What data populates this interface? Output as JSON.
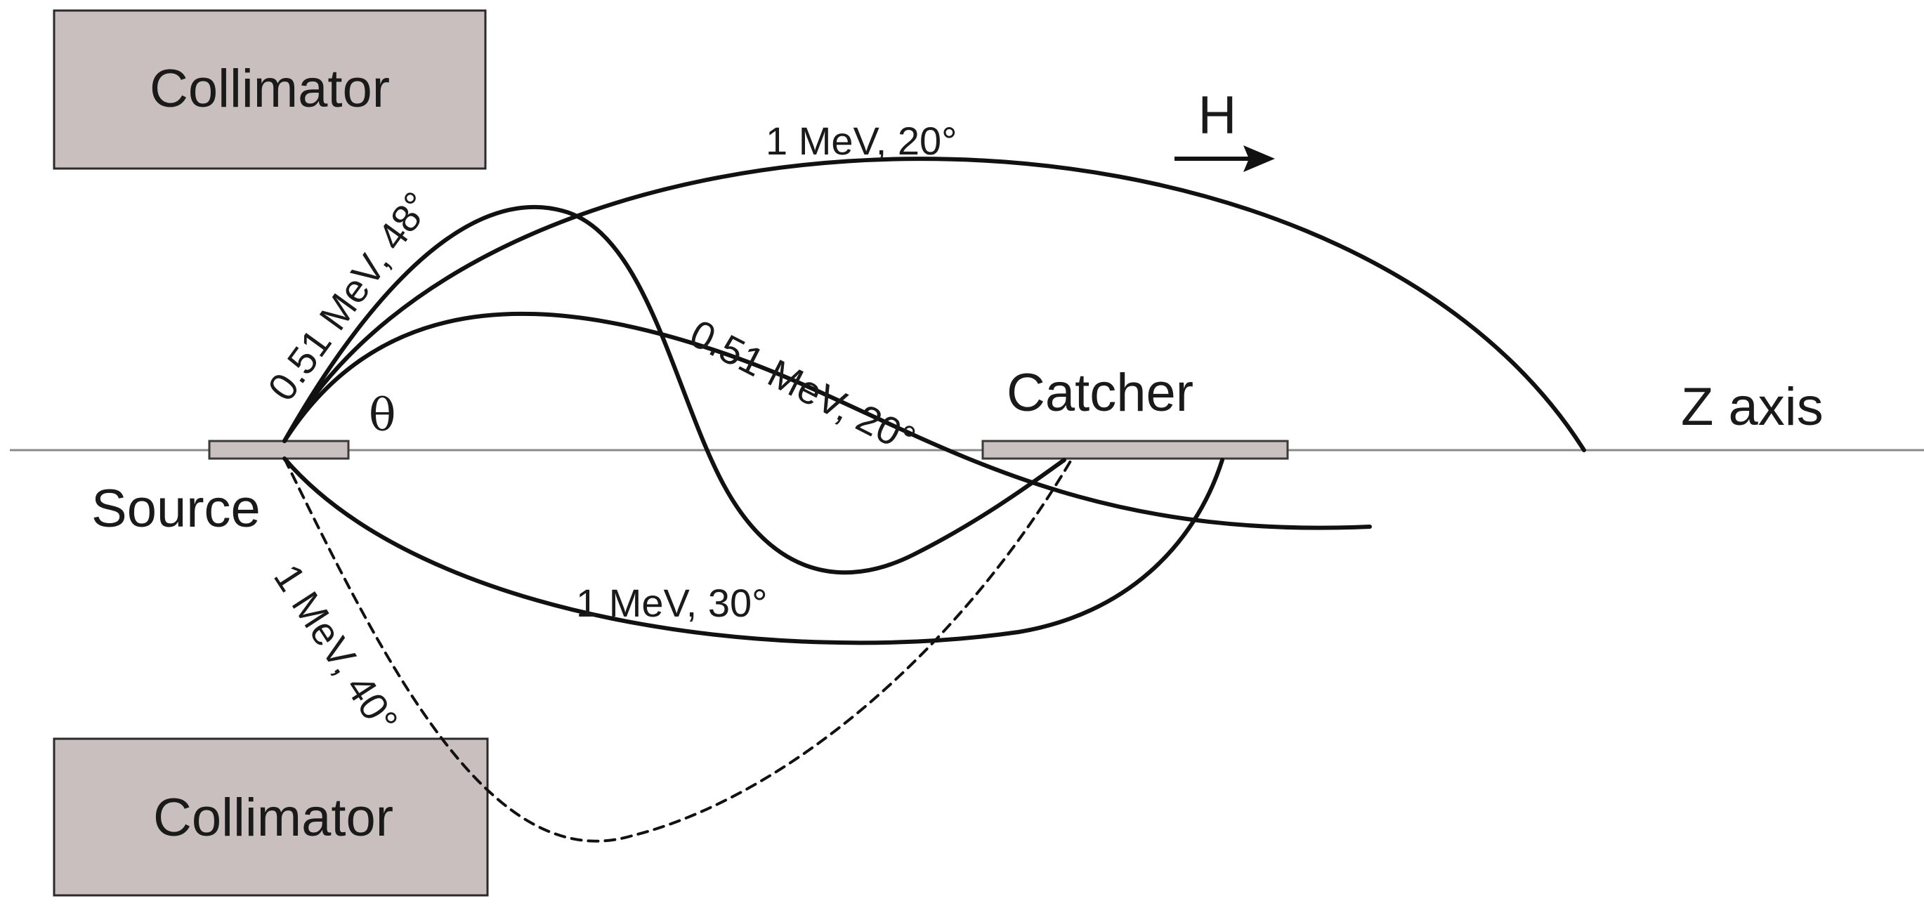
{
  "labels": {
    "collimator_top": "Collimator",
    "collimator_bottom": "Collimator",
    "source": "Source",
    "catcher": "Catcher",
    "z_axis": "Z axis",
    "field": "H",
    "angle": "θ"
  },
  "trajectories": [
    {
      "id": "t1",
      "label": "1 MeV, 20°",
      "style": "solid"
    },
    {
      "id": "t2",
      "label": "0.51 MeV, 48°",
      "style": "solid"
    },
    {
      "id": "t3",
      "label": "0.51 MeV, 20°",
      "style": "solid"
    },
    {
      "id": "t4",
      "label": "1 MeV, 30°",
      "style": "solid"
    },
    {
      "id": "t5",
      "label": "1 MeV, 40°",
      "style": "dashed"
    }
  ],
  "colors": {
    "box_fill": "#c9bfbf",
    "line": "#111111",
    "axis": "#8a8a8a"
  }
}
